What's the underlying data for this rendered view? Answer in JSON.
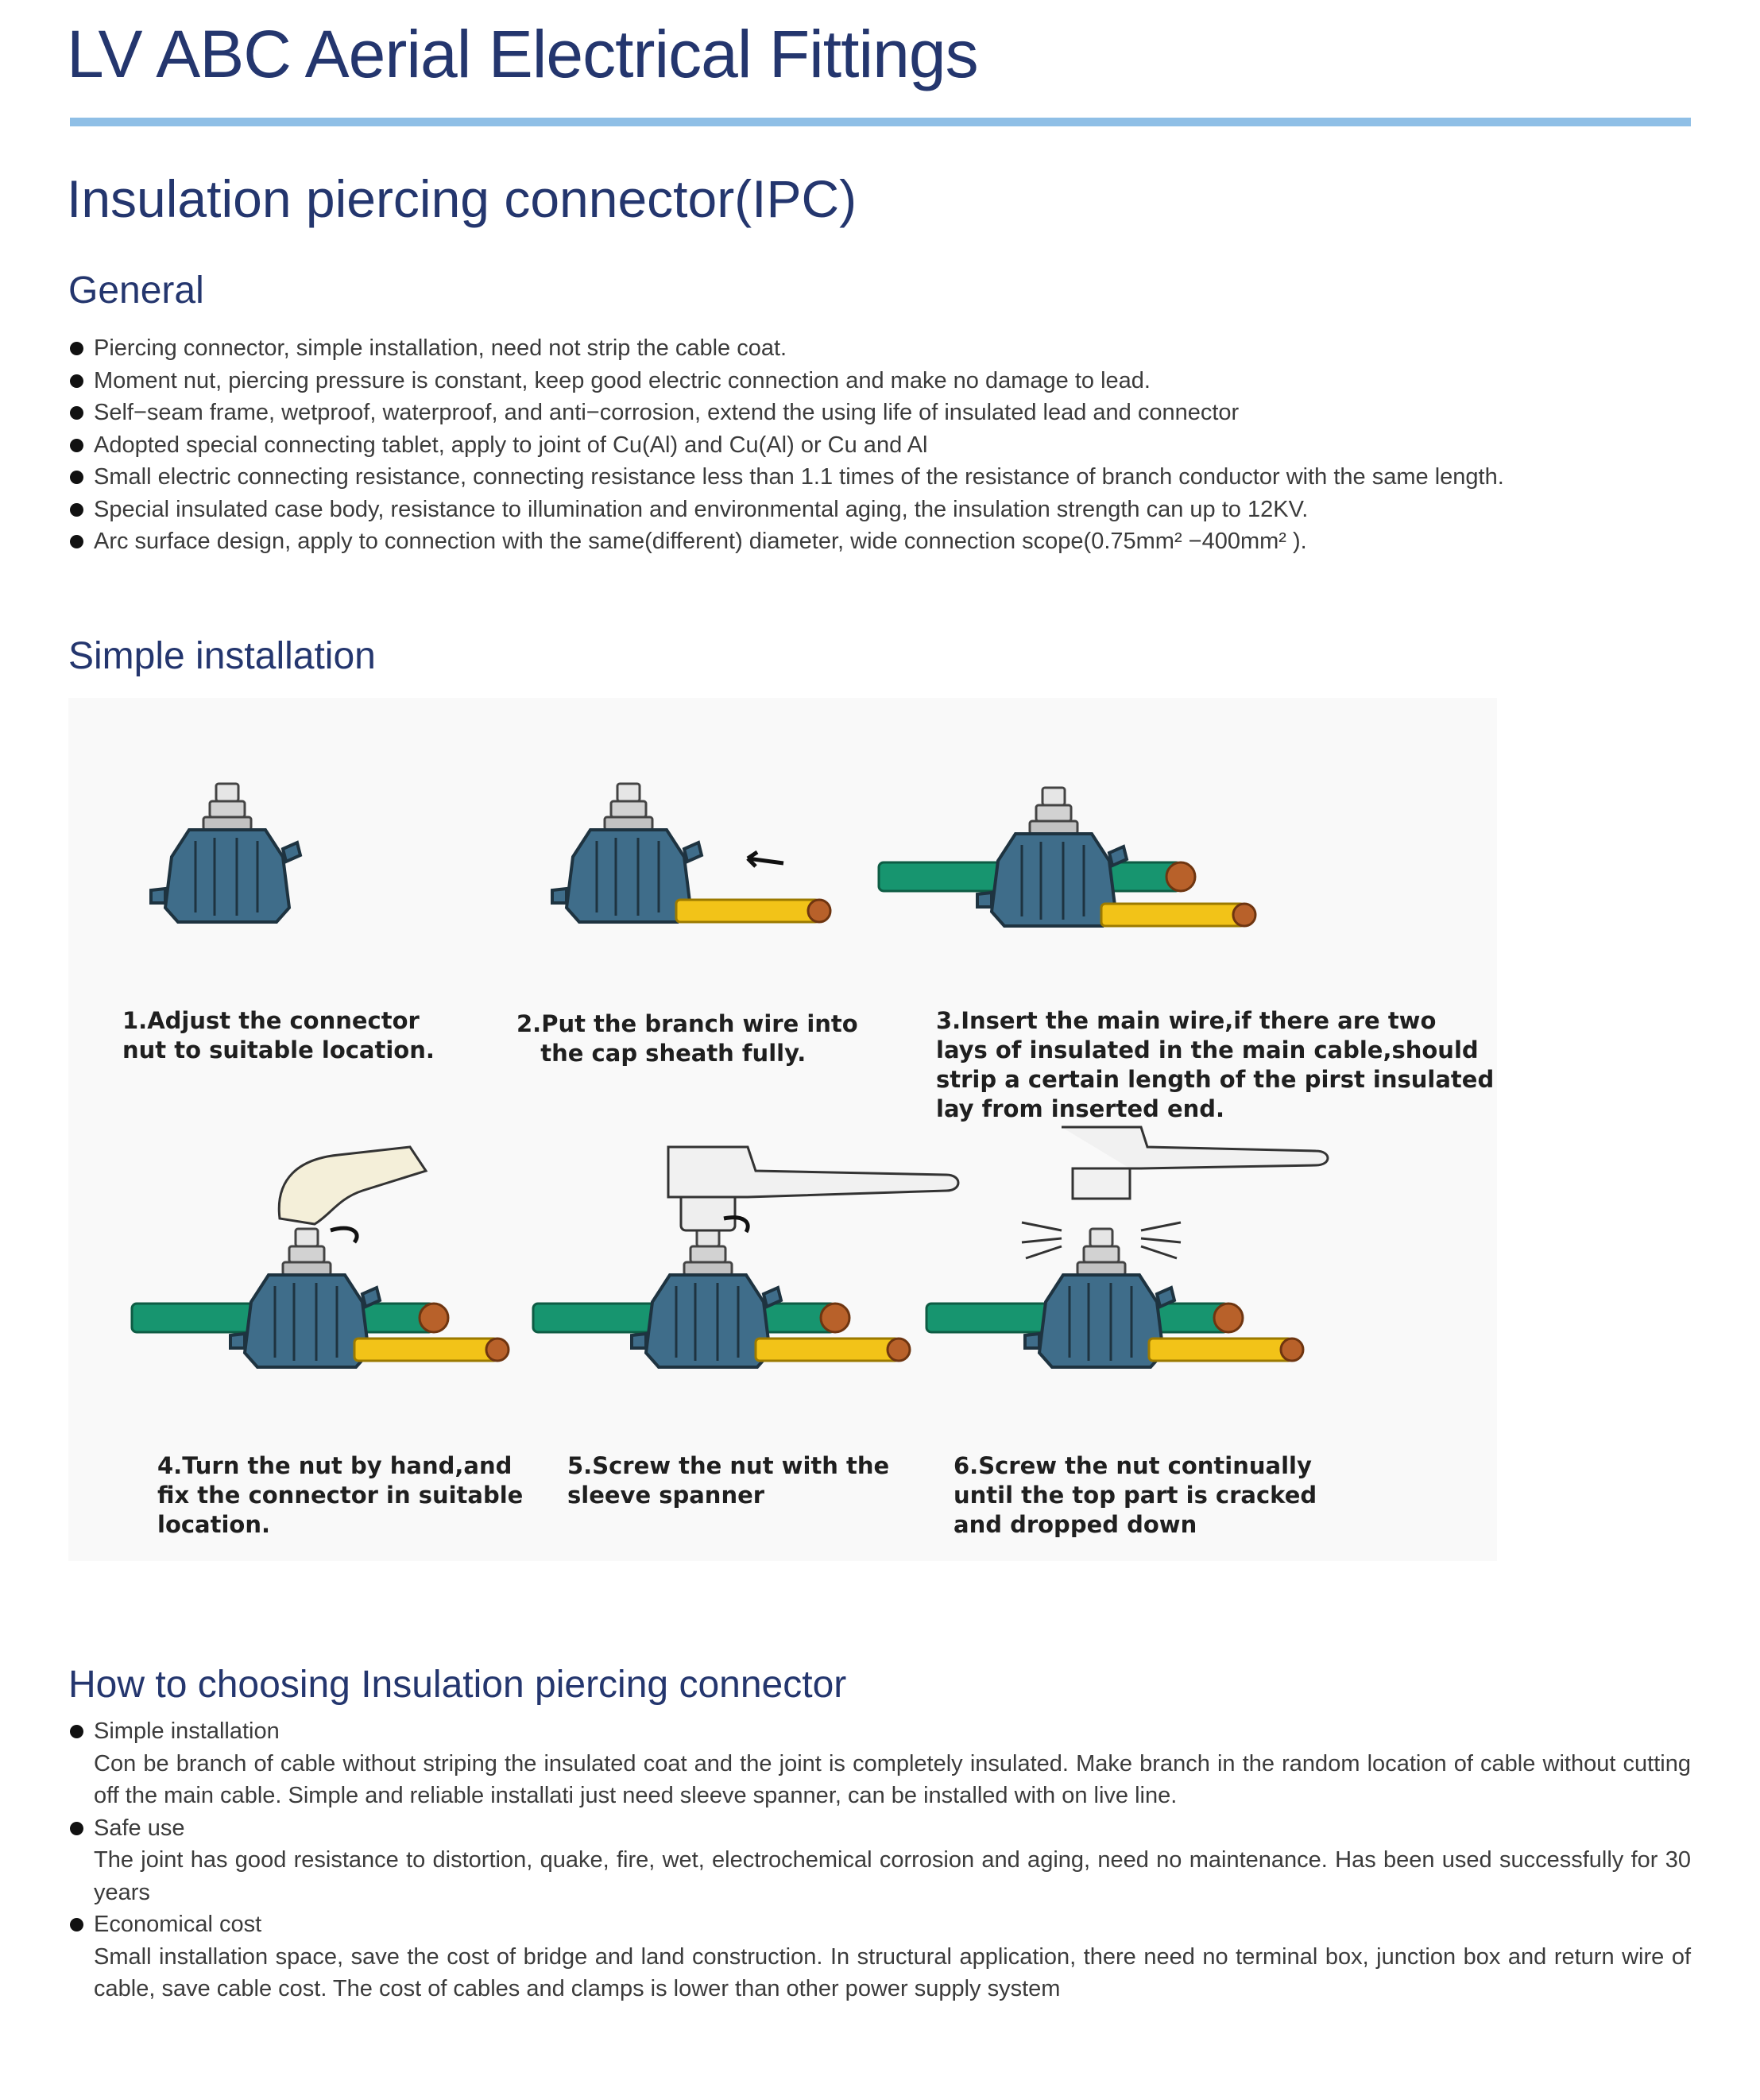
{
  "header": {
    "title": "LV ABC Aerial Electrical Fittings",
    "rule_color": "#8fbfe6",
    "title_color": "#24366e"
  },
  "section": {
    "title": "Insulation piercing connector(IPC)"
  },
  "general": {
    "heading": "General",
    "bullets": [
      "Piercing connector, simple installation, need not strip the cable coat.",
      "Moment nut, piercing pressure is constant, keep good electric connection and make no damage to lead.",
      "Self−seam frame, wetproof, waterproof, and anti−corrosion, extend the using life of insulated lead and connector",
      "Adopted special connecting tablet, apply to joint of Cu(Al) and Cu(Al) or Cu and Al",
      "Small electric connecting resistance, connecting resistance less than 1.1 times of the resistance of branch conductor with the same length.",
      "Special insulated case body, resistance to illumination and environmental aging, the insulation strength can up to 12KV.",
      "Arc surface design, apply to connection with the same(different) diameter, wide connection scope(0.75mm² −400mm² )."
    ]
  },
  "installation": {
    "heading": "Simple installation",
    "steps": [
      {
        "caption": "1.Adjust the connector\nnut to suitable location."
      },
      {
        "caption": "2.Put the branch wire into\n   the cap sheath fully."
      },
      {
        "caption": "3.Insert the main wire,if there are two\nlays of insulated in the main cable,should\nstrip a certain length of the pirst insulated\nlay from inserted end."
      },
      {
        "caption": "4.Turn the nut by hand,and\nfix the connector in suitable\nlocation."
      },
      {
        "caption": "5.Screw the nut with the\nsleeve spanner"
      },
      {
        "caption": "6.Screw the nut continually\nuntil the top part is cracked\nand dropped down"
      }
    ],
    "colors": {
      "connector": "#3f6d8a",
      "main_wire": "#17956f",
      "branch_wire": "#f2c318",
      "copper": "#b8612a"
    }
  },
  "choosing": {
    "heading": "How to choosing Insulation piercing connector",
    "items": [
      {
        "title": "Simple installation",
        "body": "Con be branch of cable without striping the insulated coat and the joint is completely insulated. Make branch in the random location of cable without cutting off the main cable. Simple and reliable installati just need sleeve spanner, can be installed with on live line."
      },
      {
        "title": "Safe use",
        "body": "The joint has good resistance to distortion, quake, fire, wet, electrochemical corrosion and aging, need no maintenance. Has been used successfully for 30 years"
      },
      {
        "title": "Economical cost",
        "body": "Small installation space, save the cost of bridge and land construction. In structural application, there need no terminal box, junction box and return wire of cable, save cable cost. The cost of cables and clamps is lower than other power supply system"
      }
    ]
  }
}
